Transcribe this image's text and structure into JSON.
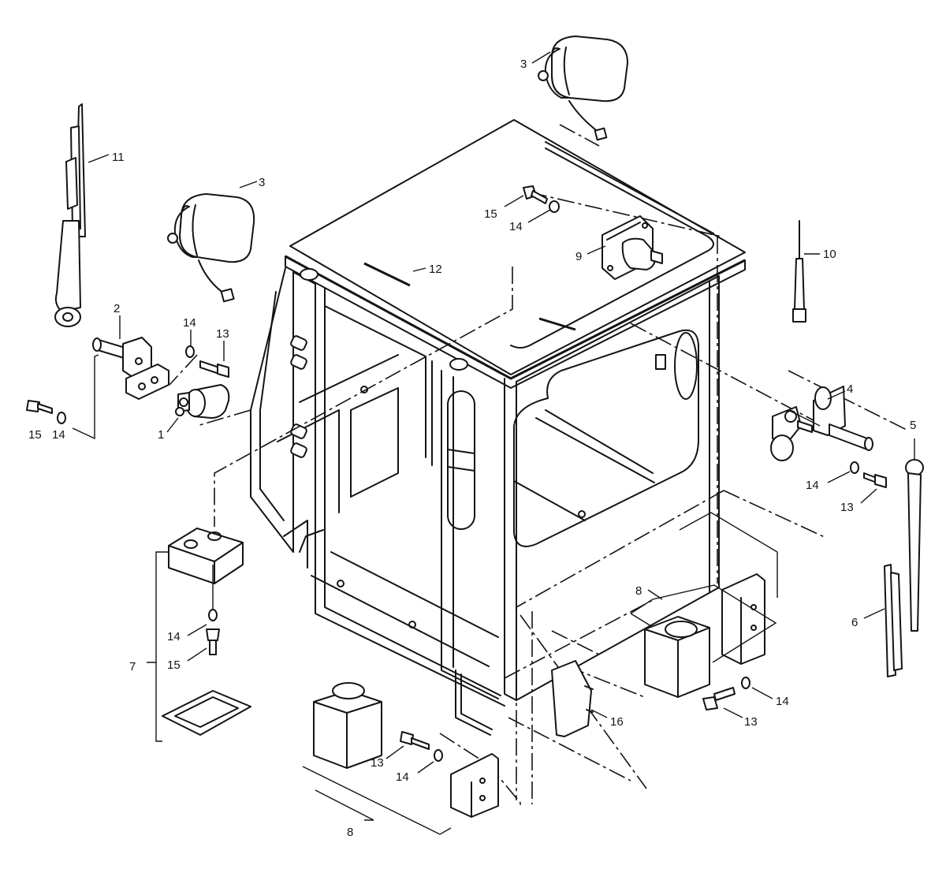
{
  "callouts": [
    {
      "id": "c1",
      "label": "1"
    },
    {
      "id": "c2",
      "label": "2"
    },
    {
      "id": "c3a",
      "label": "3"
    },
    {
      "id": "c3b",
      "label": "3"
    },
    {
      "id": "c4",
      "label": "4"
    },
    {
      "id": "c5",
      "label": "5"
    },
    {
      "id": "c6",
      "label": "6"
    },
    {
      "id": "c7",
      "label": "7"
    },
    {
      "id": "c8a",
      "label": "8"
    },
    {
      "id": "c8b",
      "label": "8"
    },
    {
      "id": "c9",
      "label": "9"
    },
    {
      "id": "c10",
      "label": "10"
    },
    {
      "id": "c11",
      "label": "11"
    },
    {
      "id": "c12",
      "label": "12"
    },
    {
      "id": "c13a",
      "label": "13"
    },
    {
      "id": "c13b",
      "label": "13"
    },
    {
      "id": "c13c",
      "label": "13"
    },
    {
      "id": "c13d",
      "label": "13"
    },
    {
      "id": "c14a",
      "label": "14"
    },
    {
      "id": "c14b",
      "label": "14"
    },
    {
      "id": "c14c",
      "label": "14"
    },
    {
      "id": "c14d",
      "label": "14"
    },
    {
      "id": "c14e",
      "label": "14"
    },
    {
      "id": "c14f",
      "label": "14"
    },
    {
      "id": "c14g",
      "label": "14"
    },
    {
      "id": "c15a",
      "label": "15"
    },
    {
      "id": "c15b",
      "label": "15"
    },
    {
      "id": "c15c",
      "label": "15"
    },
    {
      "id": "c16",
      "label": "16"
    }
  ]
}
